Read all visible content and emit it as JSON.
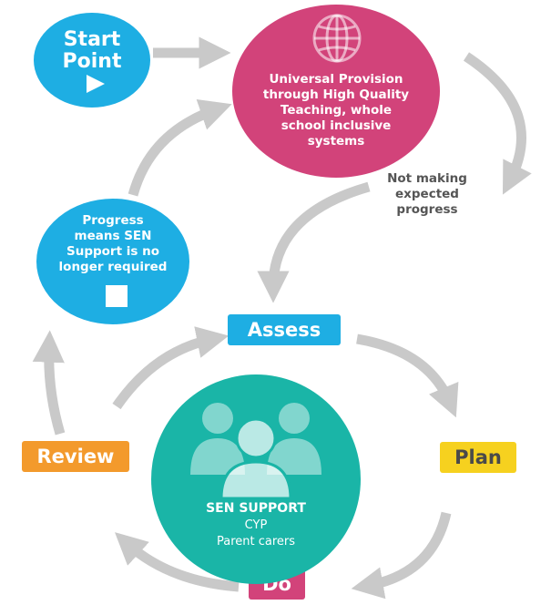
{
  "start": {
    "line1": "Start",
    "line2": "Point"
  },
  "universal": {
    "lines": [
      "Universal Provision",
      "through High Quality",
      "Teaching, whole",
      "school inclusive",
      "systems"
    ]
  },
  "not_progress": {
    "lines": [
      "Not making",
      "expected",
      "progress"
    ]
  },
  "progress_node": {
    "lines": [
      "Progress",
      "means SEN",
      "Support is no",
      "longer required"
    ]
  },
  "cycle": {
    "assess": "Assess",
    "plan": "Plan",
    "do": "Do",
    "review": "Review"
  },
  "sen": {
    "title": "SEN SUPPORT",
    "line1": "CYP",
    "line2": "Parent carers"
  },
  "colors": {
    "blue": "#1eaee3",
    "magenta": "#d2437a",
    "teal": "#1ab5a7",
    "yellow": "#f6d11f",
    "orange": "#f39a2c",
    "arrow": "#c9c9c9"
  }
}
